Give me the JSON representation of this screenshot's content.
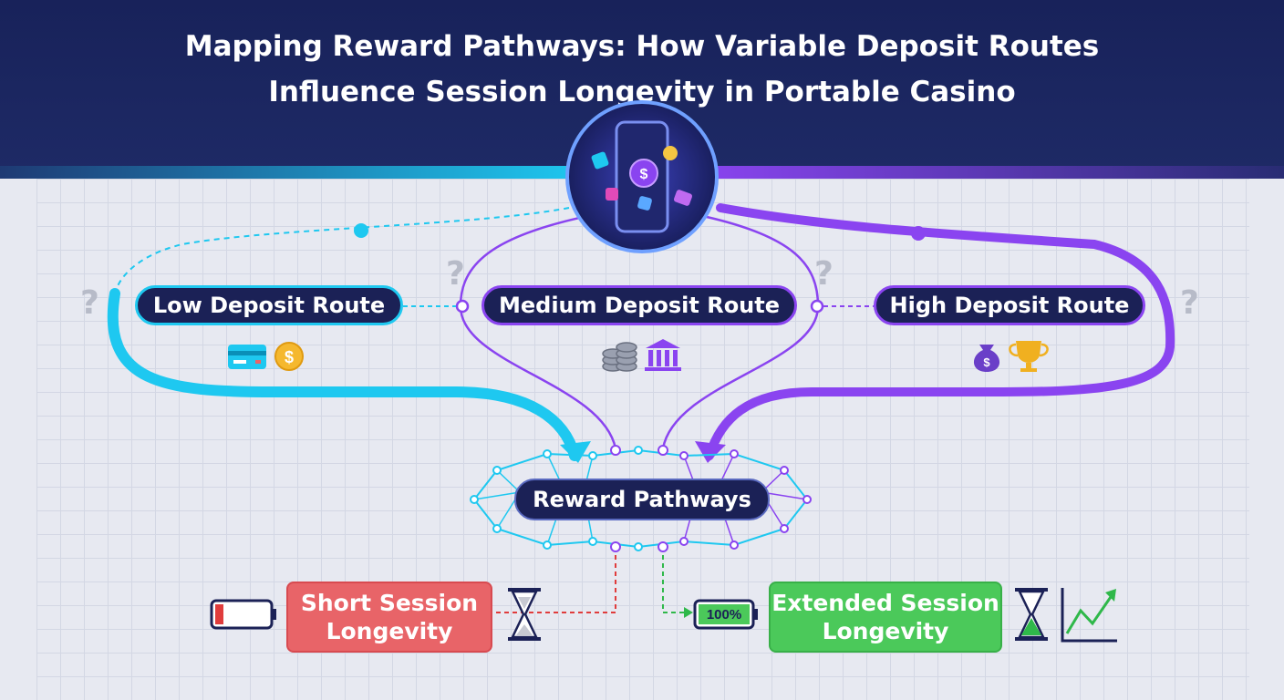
{
  "title": {
    "line1": "Mapping Reward Pathways: How Variable Deposit Routes",
    "line2": "Influence Session Longevity in Portable Casino"
  },
  "routes": {
    "low": "Low Deposit Route",
    "medium": "Medium Deposit Route",
    "high": "High Deposit Route"
  },
  "hub": "Reward Pathways",
  "outcomes": {
    "short_line1": "Short Session",
    "short_line2": "Longevity",
    "extended_line1": "Extended Session",
    "extended_line2": "Longevity",
    "battery_full": "100%"
  },
  "question_mark": "?",
  "colors": {
    "navy": "#1b2156",
    "cyan": "#1ec8f0",
    "purple": "#8a44f0",
    "red": "#e86468",
    "green": "#4bc95a"
  },
  "icons": [
    "phone-hub-icon",
    "credit-card-icon",
    "dollar-coin-icon",
    "coin-stack-icon",
    "bank-icon",
    "money-bag-icon",
    "trophy-icon",
    "battery-low-icon",
    "hourglass-icon",
    "battery-full-icon",
    "chart-up-icon"
  ]
}
